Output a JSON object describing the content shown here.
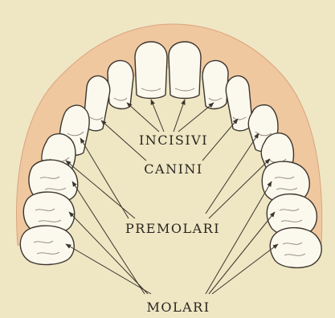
{
  "figure": {
    "labels": {
      "incisors": "INCISIVI",
      "canines": "CANINI",
      "premolars": "PREMOLARI",
      "molars": "MOLARI"
    }
  },
  "colors": {
    "paper": "#efe6c4",
    "gum": "#f0c8a0",
    "tooth": "#fbf8ee",
    "ink": "#3c352d"
  }
}
